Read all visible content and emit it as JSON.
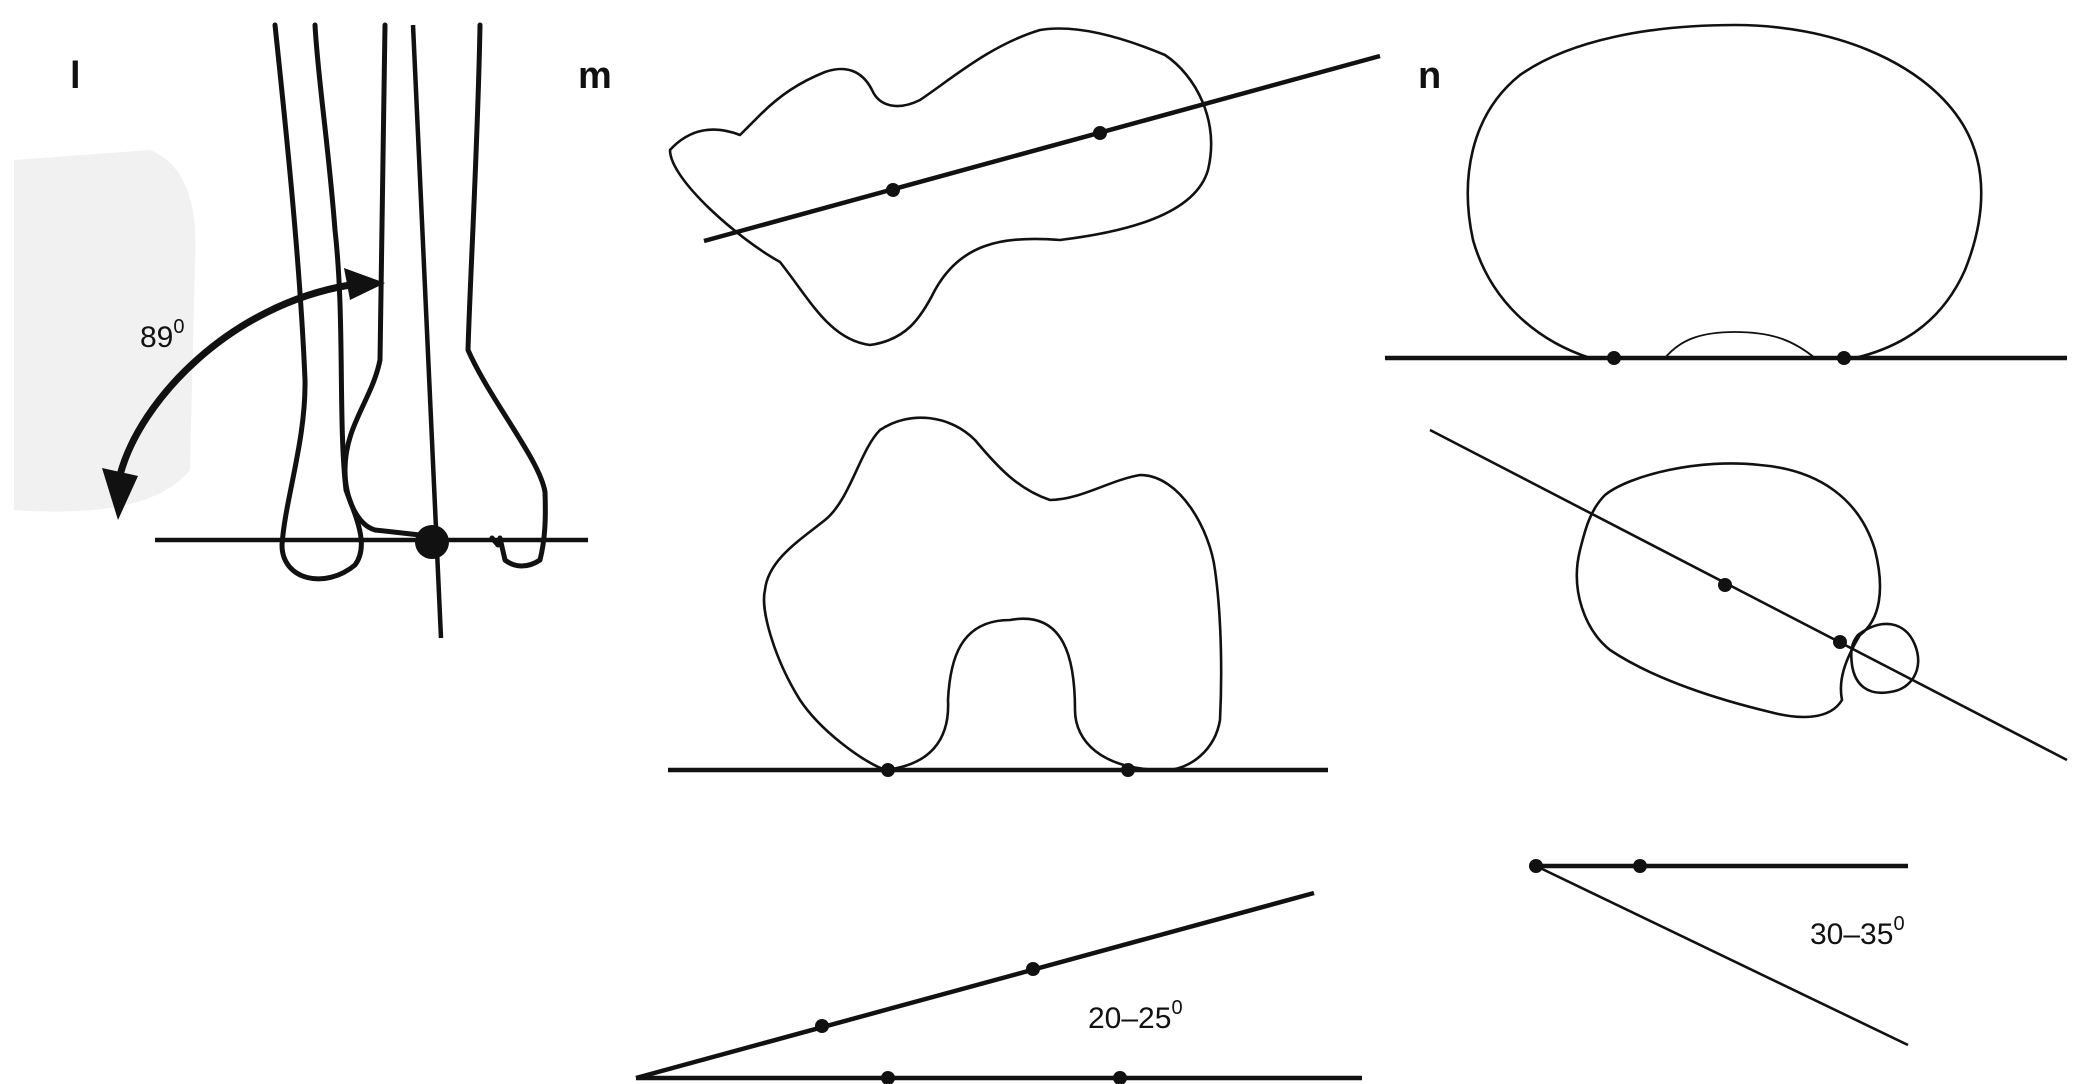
{
  "panels": {
    "l": {
      "letter": "l",
      "angle_value": "89",
      "angle_unit": "0"
    },
    "m": {
      "letter": "m",
      "angle_value": "20–25",
      "angle_unit": "0"
    },
    "n": {
      "letter": "n",
      "angle_value": "30–35",
      "angle_unit": "0"
    }
  }
}
